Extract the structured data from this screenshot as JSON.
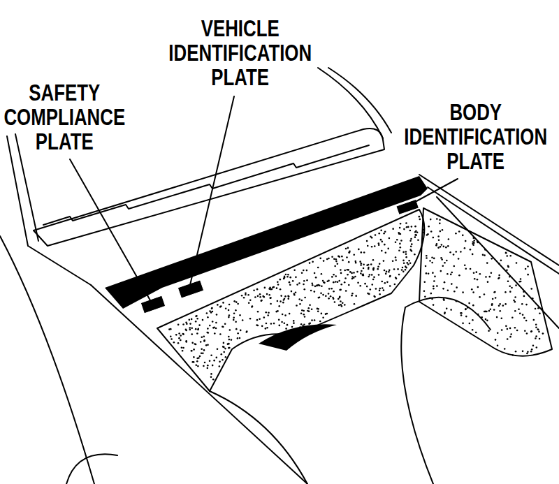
{
  "diagram": {
    "labels": [
      "SAFETY COMPLIANCE PLATE",
      "VEHICLE IDENTIFICATION PLATE",
      "BODY IDENTIFICATION PLATE"
    ]
  }
}
